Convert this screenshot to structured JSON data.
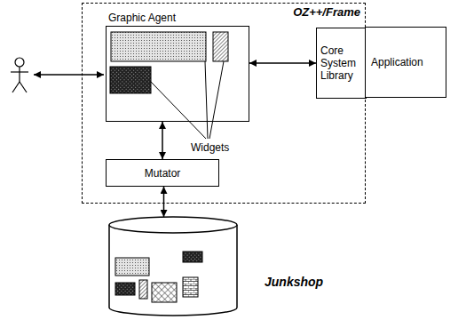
{
  "diagram": {
    "nodes": [
      {
        "text": [
          "OZ++/Frame"
        ]
      },
      {
        "text": [
          "Graphic Agent"
        ],
        "in": 0
      },
      {
        "text": [
          "Mutator"
        ],
        "in": 0
      },
      {
        "text": [
          "Core System Library"
        ],
        "in": 0
      },
      {
        "text": [
          "Application"
        ]
      },
      {
        "text": [
          "Junkshop"
        ]
      }
    ],
    "edges": [
      {
        "from": 1,
        "to": 3,
        "arrow": "both"
      },
      {
        "from": 1,
        "to": 2,
        "arrow": "both"
      },
      {
        "from": 2,
        "to": 5,
        "arrow": "both"
      }
    ],
    "labels": [
      "Widgets"
    ]
  }
}
